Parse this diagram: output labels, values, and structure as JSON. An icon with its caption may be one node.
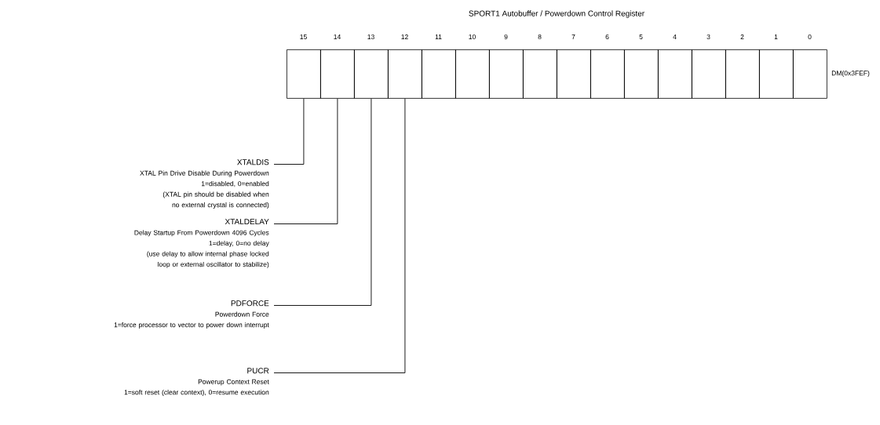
{
  "diagram": {
    "title": "SPORT1 Autobuffer / Powerdown Control Register",
    "nodes": [
      {
        "text": [],
        "shape": "box"
      },
      {
        "text": [],
        "shape": "box"
      },
      {
        "text": [],
        "shape": "box"
      },
      {
        "text": [],
        "shape": "box"
      },
      {
        "text": [],
        "shape": "box"
      },
      {
        "text": [],
        "shape": "box"
      },
      {
        "text": [],
        "shape": "box"
      },
      {
        "text": [],
        "shape": "box"
      },
      {
        "text": [],
        "shape": "box"
      },
      {
        "text": [],
        "shape": "box"
      },
      {
        "text": [],
        "shape": "box"
      },
      {
        "text": [],
        "shape": "box"
      },
      {
        "text": [],
        "shape": "box"
      },
      {
        "text": [],
        "shape": "box"
      },
      {
        "text": [],
        "shape": "box"
      },
      {
        "text": [],
        "shape": "box"
      },
      {
        "text": [
          "XTALDIS",
          "XTAL Pin Drive Disable During Powerdown",
          "1=disabled, 0=enabled",
          "(XTAL pin should be disabled when no external crystal is connected)"
        ]
      },
      {
        "text": [
          "XTALDELAY",
          "Delay Startup From Powerdown 4096 Cycles",
          "1=delay, 0=no delay",
          "(use delay to allow internal phase locked loop or external oscillator to stabilize)"
        ]
      },
      {
        "text": [
          "PDFORCE",
          "Powerdown Force",
          "1=force processor to vector to power down interrupt"
        ]
      },
      {
        "text": [
          "PUCR",
          "Powerup Context Reset",
          "1=soft reset (clear context), 0=resume execution"
        ]
      }
    ],
    "edges": [
      {
        "from": 16,
        "to": 0,
        "arrow": "none"
      },
      {
        "from": 17,
        "to": 1,
        "arrow": "none"
      },
      {
        "from": 18,
        "to": 2,
        "arrow": "none"
      },
      {
        "from": 19,
        "to": 3,
        "arrow": "none"
      }
    ],
    "labels": [
      "15",
      "14",
      "13",
      "12",
      "11",
      "10",
      "9",
      "8",
      "7",
      "6",
      "5",
      "4",
      "3",
      "2",
      "1",
      "0",
      "DM(0x3FEF)"
    ]
  }
}
